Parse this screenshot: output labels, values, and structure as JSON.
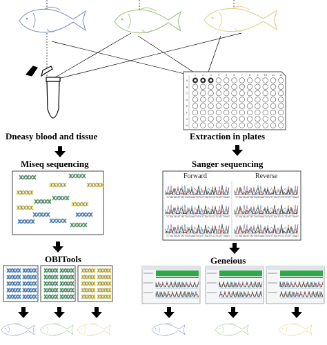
{
  "colors": {
    "fish_blue": "#7e93c9",
    "fish_green": "#9ec183",
    "fish_yellow": "#e6cf86",
    "dna_blue": "#4a86c8",
    "dna_green": "#4f9a68",
    "dna_yellow": "#d8c23a",
    "geneious_green": "#2fa84a",
    "arrow": "#000000"
  },
  "labels": {
    "dneasy": "Dneasy blood and tissue",
    "extraction": "Extraction in plates",
    "miseq": "Miseq sequencing",
    "sanger": "Sanger sequencing",
    "obitools": "OBITools",
    "geneious": "Geneious"
  },
  "sanger": {
    "forward": "Forward",
    "reverse": "Reverse",
    "seq_text": "TCTGATACATTATTGGTGAATTGTATTTGATTCCCTTATTTGAAT"
  },
  "plate": {
    "row_letters": [
      "A",
      "B",
      "C",
      "D",
      "E",
      "F",
      "G",
      "H"
    ],
    "col_numbers": [
      "1",
      "2",
      "3",
      "4",
      "5",
      "6",
      "7",
      "8",
      "9",
      "10",
      "11",
      "12"
    ]
  },
  "icons": {
    "top_fish": [
      "fish-blue-icon",
      "fish-green-icon",
      "fish-yellow-icon"
    ],
    "bottom_fish": [
      "fish-blue-icon",
      "fish-green-icon",
      "fish-yellow-icon",
      "fish-blue-icon",
      "fish-green-icon",
      "fish-yellow-icon"
    ],
    "tube": "eppendorf-tube-icon",
    "arrow": "down-arrow-icon",
    "dna": "dna-helix-icon"
  }
}
